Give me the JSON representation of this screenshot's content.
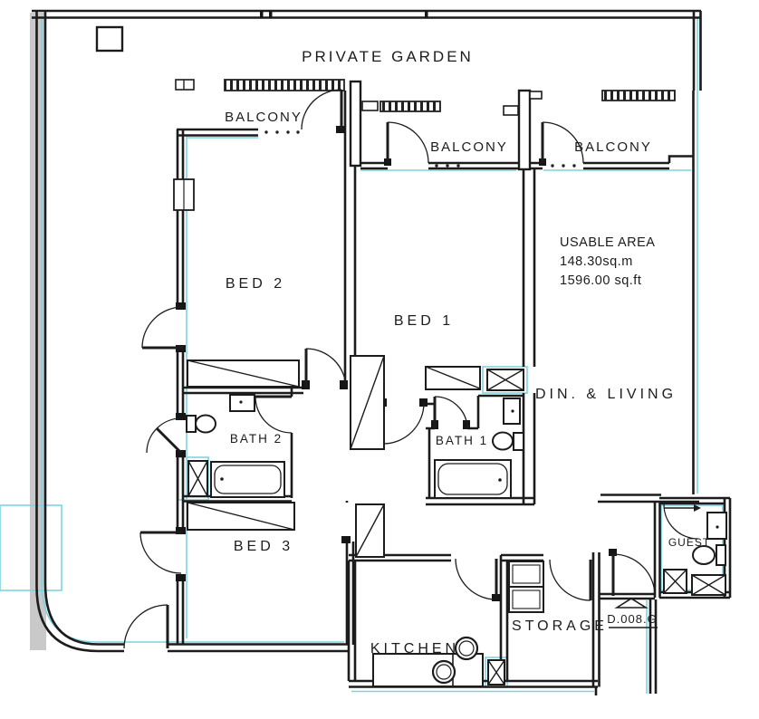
{
  "title": "Apartment floor plan",
  "colors": {
    "wall": "#1c1c1c",
    "accent_cyan": "#7fd3e2",
    "concrete_gray": "#c9c9c9",
    "paper": "#ffffff"
  },
  "labels": {
    "private_garden": "PRIVATE GARDEN",
    "balcony_1": "BALCONY",
    "balcony_2": "BALCONY",
    "balcony_3": "BALCONY",
    "bed_1": "BED 1",
    "bed_2": "BED 2",
    "bed_3": "BED 3",
    "bath_1": "BATH 1",
    "bath_2": "BATH 2",
    "dining_living": "DIN. & LIVING",
    "kitchen": "KITCHEN",
    "storage": "STORAGE",
    "guest": "GUEST",
    "entry_door_code": "D.008.G"
  },
  "usable_area": {
    "heading": "USABLE AREA",
    "metric": "148.30sq.m",
    "imperial": "1596.00 sq.ft"
  },
  "fixtures": [
    "bathtub-bath1",
    "bathtub-bath2",
    "toilet-bath1",
    "toilet-bath2",
    "toilet-guest",
    "sink-bath1",
    "sink-bath2",
    "sink-guest",
    "kitchen-sink-round-1",
    "kitchen-sink-round-2",
    "wardrobe-bed1",
    "wardrobe-bed2",
    "wardrobe-bed3",
    "hall-closet-upper",
    "hall-closet-lower",
    "shaft-bath1",
    "shaft-bath2",
    "shaft-kitchen",
    "shaft-guest-1",
    "shaft-guest-2"
  ]
}
